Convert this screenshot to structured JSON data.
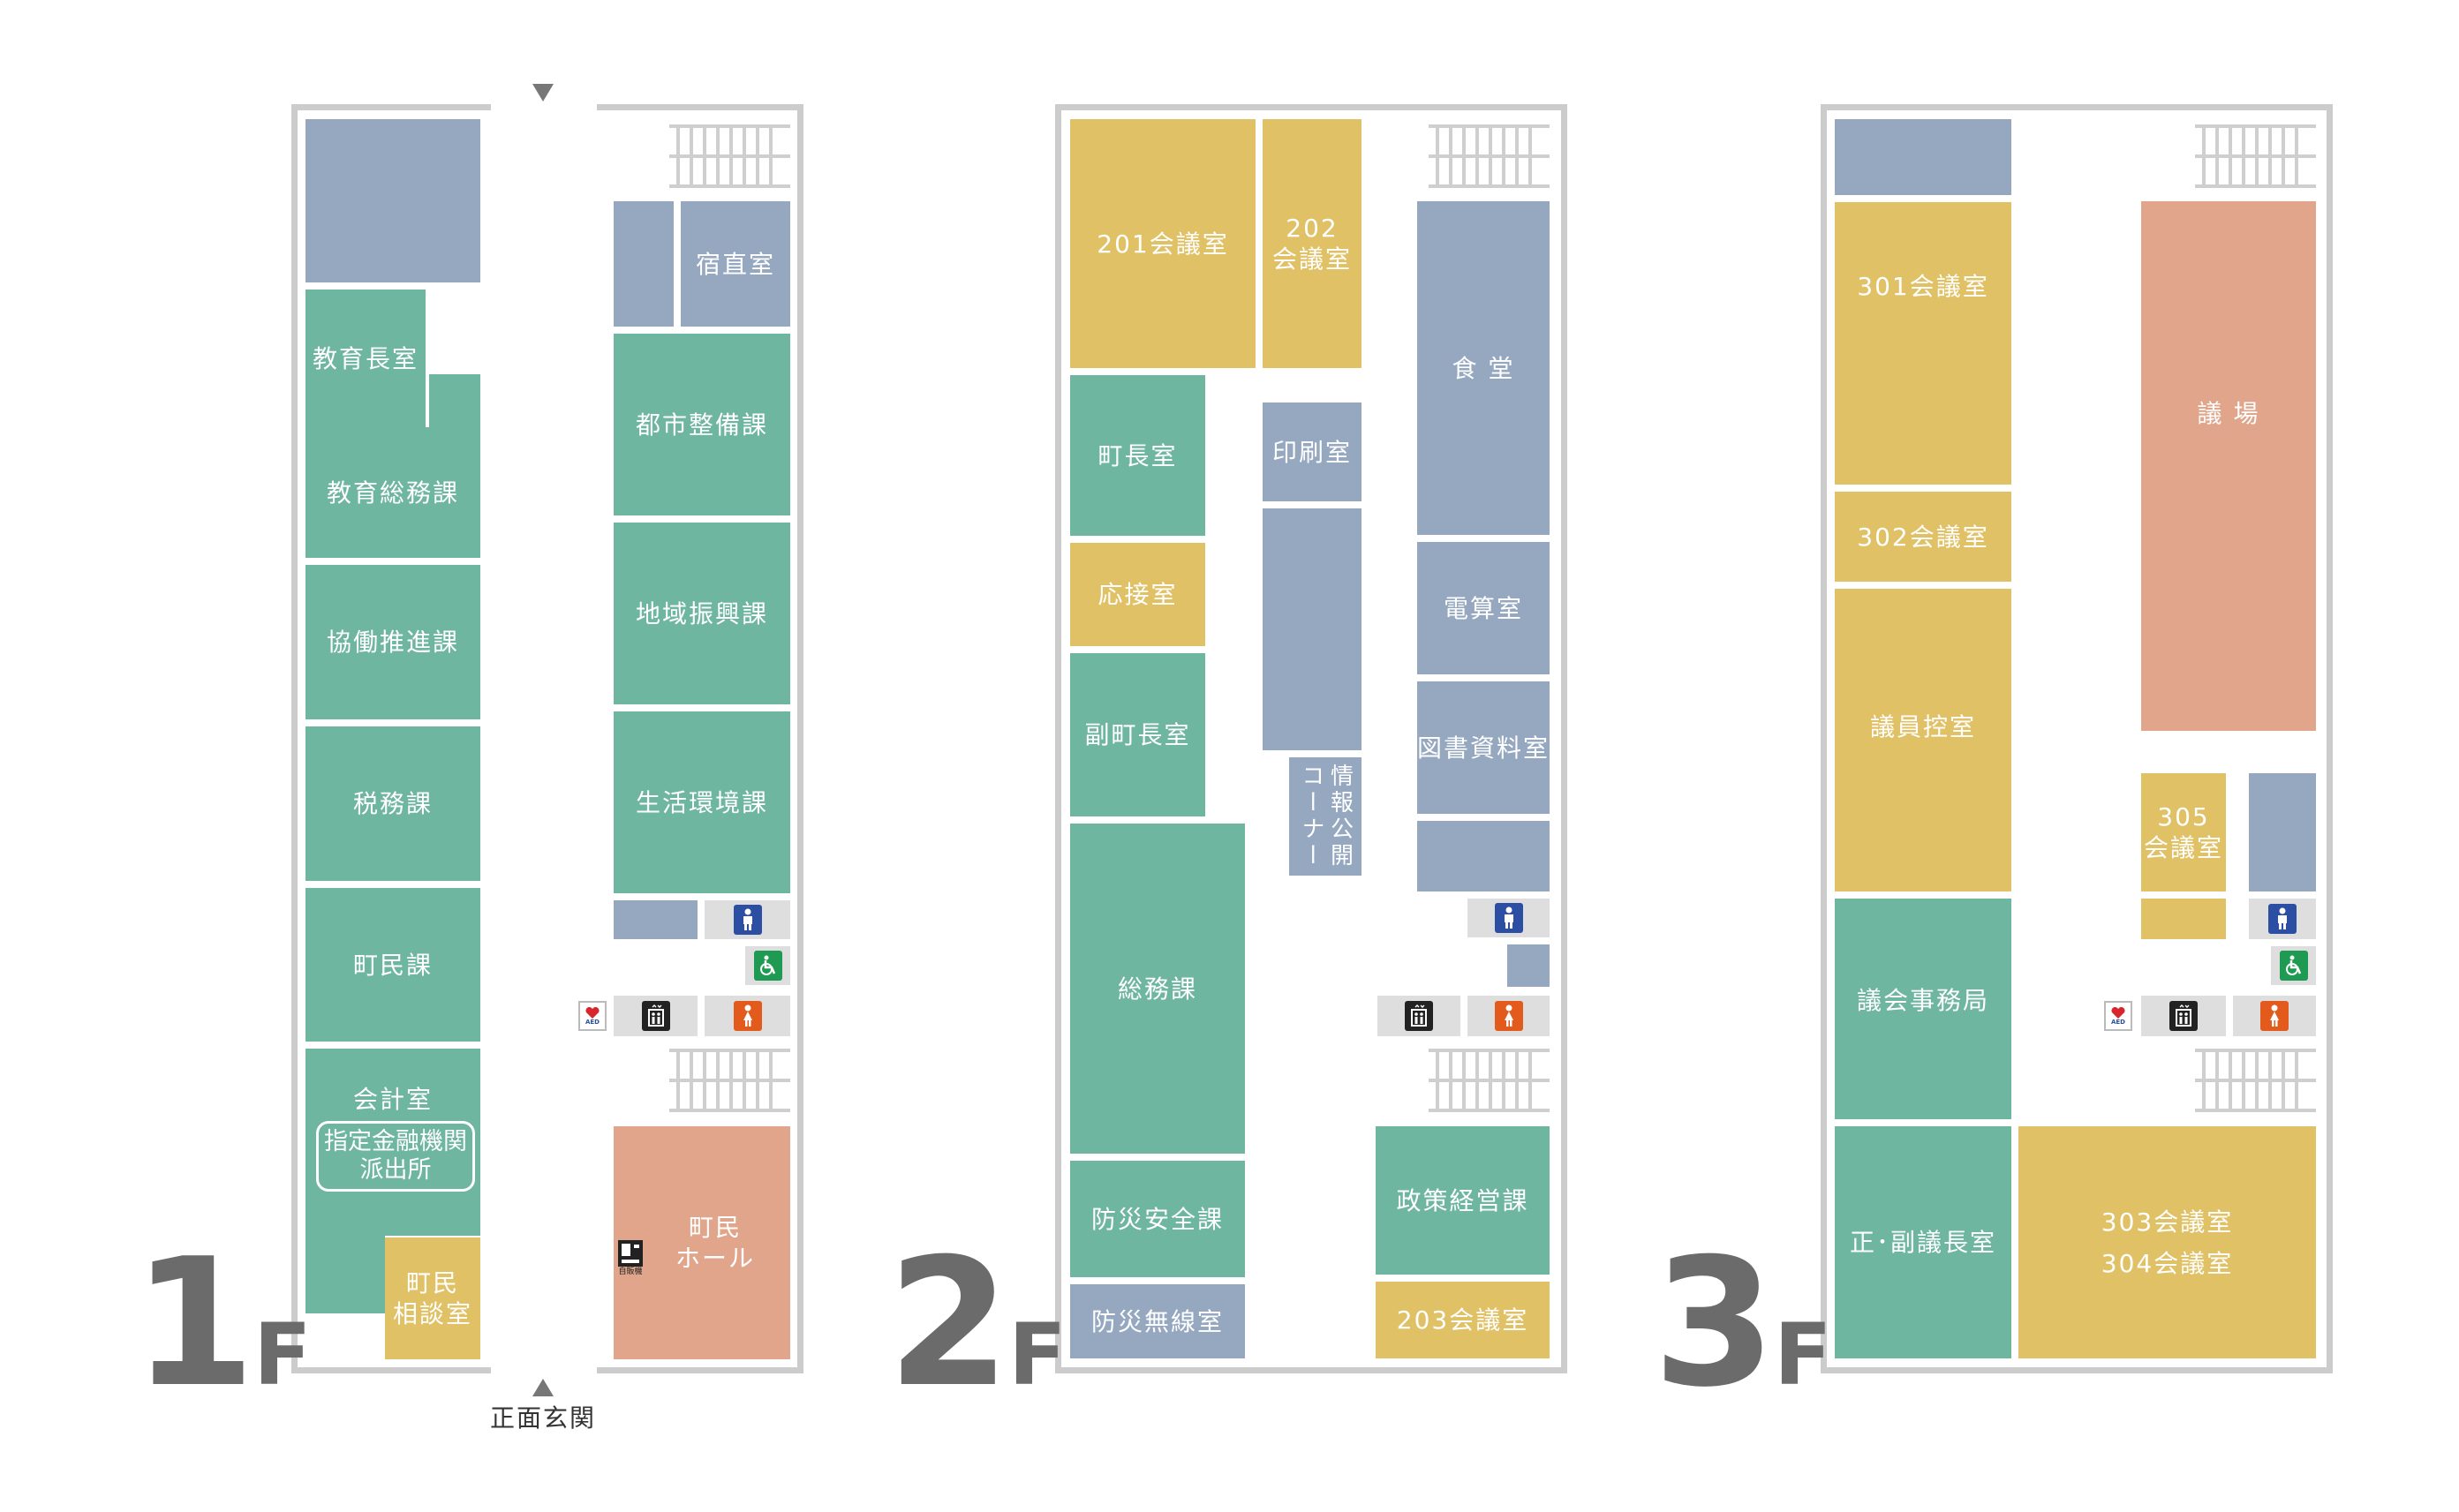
{
  "floors": [
    {
      "label_num": "1",
      "label_f": "F"
    },
    {
      "label_num": "2",
      "label_f": "F"
    },
    {
      "label_num": "3",
      "label_f": "F"
    }
  ],
  "entrance_label": "正面玄関",
  "f1": {
    "kyoiku_chou": "教育長室",
    "kyoiku_soumu": "教育総務課",
    "kyodo": "協働推進課",
    "zeimu": "税務課",
    "chomin": "町民課",
    "kaikei": "会計室",
    "shitei": "指定金融機関\n派出所",
    "chomin_sodan": "町民\n相談室",
    "shukuchoku": "宿直室",
    "toshi": "都市整備課",
    "chiiki": "地域振興課",
    "seikatsu": "生活環境課",
    "hall": "町民\nホール",
    "vending": "自販機",
    "aed": "AED"
  },
  "f2": {
    "r201": "201会議室",
    "r202": "202\n会議室",
    "chouchou": "町長室",
    "insatsu": "印刷室",
    "shokudo": "食 堂",
    "osetsu": "応接室",
    "densan": "電算室",
    "fuku": "副町長室",
    "johokoukai": "情報公開\nコーナー",
    "tosho": "図書資料室",
    "soumu": "総務課",
    "bousai_anzen": "防災安全課",
    "bousai_musen": "防災無線室",
    "seisaku": "政策経営課",
    "r203": "203会議室"
  },
  "f3": {
    "r301": "301会議室",
    "r302": "302会議室",
    "giin_hikae": "議員控室",
    "gijo": "議 場",
    "r305": "305\n会議室",
    "jimukyoku": "議会事務局",
    "gichou": "正･副議長室",
    "r303": "303会議室",
    "r304": "304会議室",
    "aed": "AED"
  },
  "colors": {
    "office_green": "#6fb6a0",
    "facility_blue": "#95a8c0",
    "meeting_yellow": "#e1c166",
    "hall_salmon": "#e0a58b",
    "label_grey": "#6b6b6b"
  },
  "icons": {
    "male": "male-toilet-icon",
    "female": "female-toilet-icon",
    "accessible": "accessible-toilet-icon",
    "elevator": "elevator-icon",
    "aed": "aed-icon",
    "vending": "vending-machine-icon"
  }
}
